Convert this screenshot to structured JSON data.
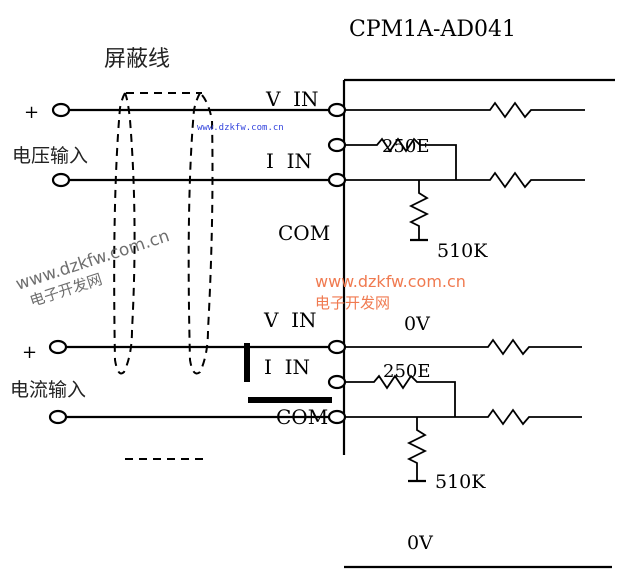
{
  "title": "CPM1A-AD041",
  "shield_label": "屏蔽线",
  "voltage_input": {
    "label": "电压输入",
    "plus": "+",
    "terminals": [
      "V IN",
      "I IN",
      "COM"
    ],
    "shunt_resistor": "250E",
    "bias_resistor": "510K",
    "ground_label": "0V"
  },
  "current_input": {
    "label": "电流输入",
    "plus": "+",
    "terminals": [
      "V IN",
      "I IN",
      "COM"
    ],
    "shunt_resistor": "250E",
    "bias_resistor": "510K",
    "ground_label": "0V"
  },
  "watermarks": {
    "small_blue": "www.dzkfw.com.cn",
    "gray_url": "www.dzkfw.com.cn",
    "gray_cn": "电子开发网",
    "orange_url": "www.dzkfw.com.cn",
    "orange_cn": "电子开发网"
  }
}
